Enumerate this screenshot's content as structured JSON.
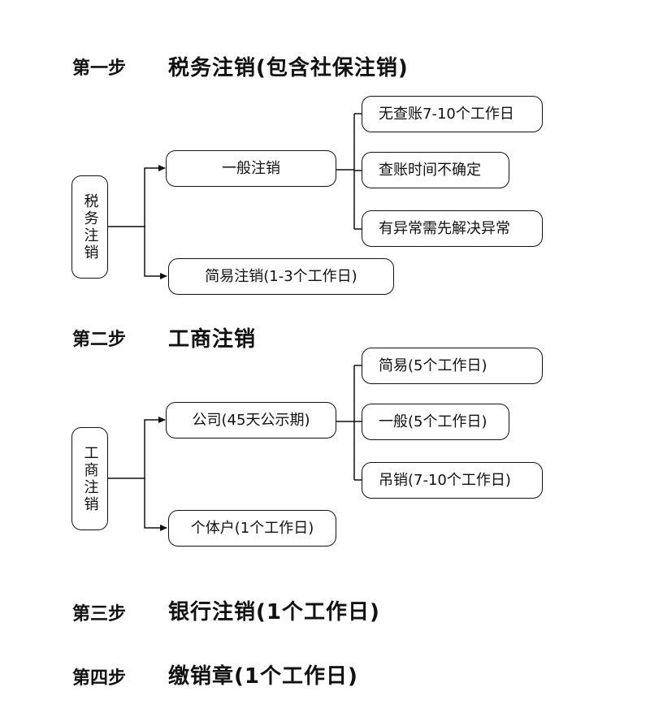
{
  "steps": [
    {
      "label": "第一步",
      "title": "税务注销(包含社保注销)",
      "root": "税务注销",
      "branches": [
        {
          "label": "一般注销",
          "children": [
            "无查账7-10个工作日",
            "查账时间不确定",
            "有异常需先解决异常"
          ]
        },
        {
          "label": "简易注销(1-3个工作日)",
          "children": []
        }
      ]
    },
    {
      "label": "第二步",
      "title": "工商注销",
      "root": "工商注销",
      "branches": [
        {
          "label": "公司(45天公示期)",
          "children": [
            "简易(5个工作日)",
            "一般(5个工作日)",
            "吊销(7-10个工作日)"
          ]
        },
        {
          "label": "个体户(1个工作日)",
          "children": []
        }
      ]
    },
    {
      "label": "第三步",
      "title": "银行注销(1个工作日)"
    },
    {
      "label": "第四步",
      "title": "缴销章(1个工作日)"
    }
  ]
}
